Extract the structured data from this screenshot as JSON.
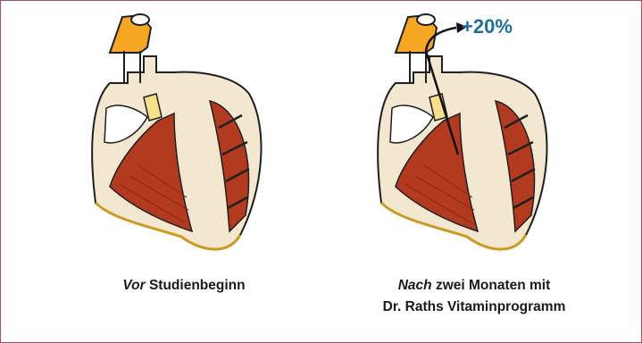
{
  "figure": {
    "accent_color": "#1e6fa0",
    "border_color": "#a0546a",
    "left_panel": {
      "caption_italic": "Vor",
      "caption_rest": " Studienbeginn"
    },
    "right_panel": {
      "increase_label": "+20%",
      "caption_italic": "Nach",
      "caption_rest_line1": " zwei Monaten mit",
      "caption_line2": "Dr. Raths Vitaminprogramm"
    }
  }
}
